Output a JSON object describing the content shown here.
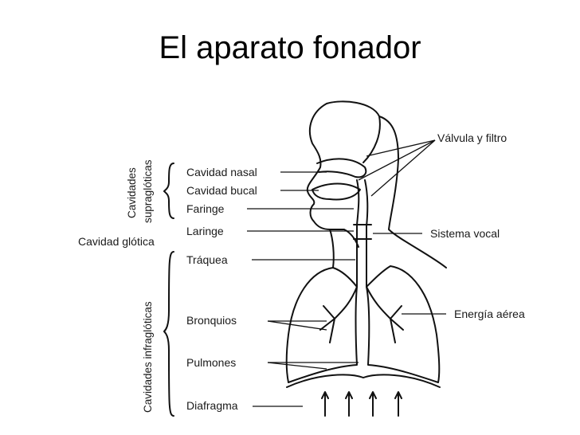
{
  "title": "El aparato fonador",
  "labels": {
    "cavidad_nasal": "Cavidad nasal",
    "cavidad_bucal": "Cavidad bucal",
    "faringe": "Faringe",
    "laringe": "Laringe",
    "cavidad_glotica": "Cavidad glótica",
    "traquea": "Tráquea",
    "bronquios": "Bronquios",
    "pulmones": "Pulmones",
    "diafragma": "Diafragma",
    "valvula_filtro": "Válvula y filtro",
    "sistema_vocal": "Sistema vocal",
    "energia_aerea": "Energía aérea"
  },
  "groups": {
    "supra_1": "Cavidades",
    "supra_2": "supraglóticas",
    "infra": "Cavidades infraglóticas"
  }
}
